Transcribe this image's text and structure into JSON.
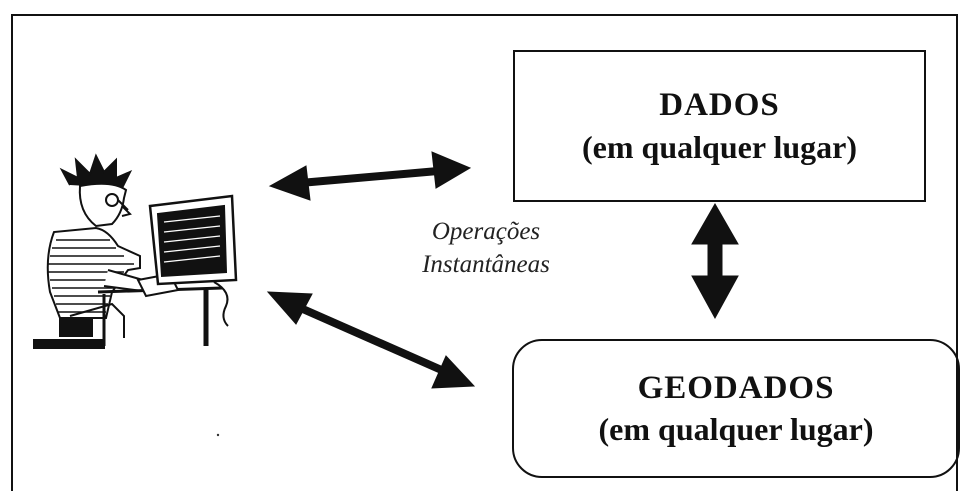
{
  "diagram": {
    "dados_box": {
      "title": "DADOS",
      "subtitle": "(em qualquer lugar)"
    },
    "geodados_box": {
      "title": "GEODADOS",
      "subtitle": "(em qualquer lugar)"
    },
    "operations_label": {
      "line1": "Operações",
      "line2": "Instantâneas"
    },
    "user_figure_icon": "person-at-computer-icon",
    "colors": {
      "line": "#111111",
      "background": "#ffffff"
    }
  }
}
